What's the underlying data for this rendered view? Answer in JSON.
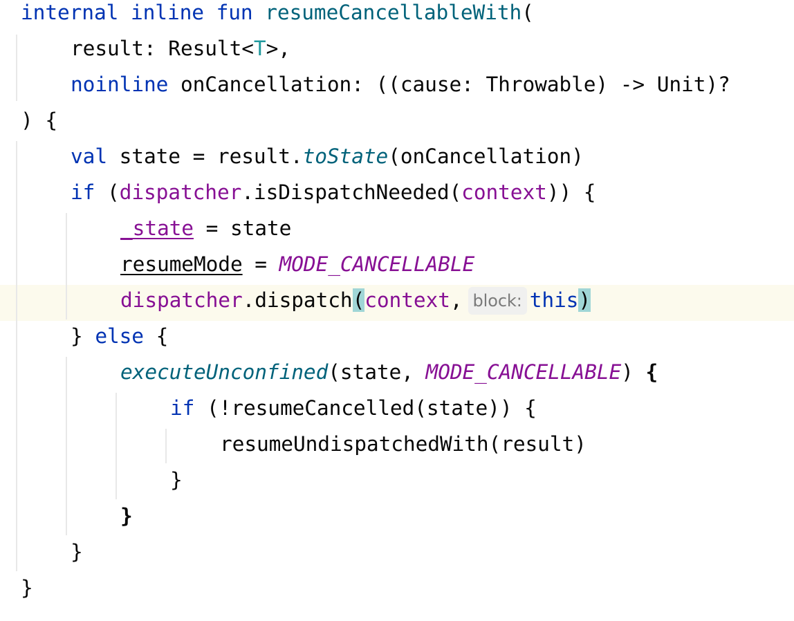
{
  "editor": {
    "language": "kotlin",
    "current_line_index": 8,
    "colors": {
      "keyword": "#0033b3",
      "function": "#00627a",
      "type_param": "#20999d",
      "property": "#871094",
      "text": "#080808",
      "current_line_bg": "#fcfaed",
      "brace_match_bg": "#a0d6d6",
      "hint_bg": "#f0f0ef",
      "hint_text": "#7a7a7a"
    },
    "lines": [
      {
        "indent": 0,
        "tokens": [
          {
            "t": "internal",
            "c": "kw"
          },
          {
            "t": " "
          },
          {
            "t": "inline",
            "c": "kw"
          },
          {
            "t": " "
          },
          {
            "t": "fun",
            "c": "kw"
          },
          {
            "t": " "
          },
          {
            "t": "resumeCancellableWith",
            "c": "fn"
          },
          {
            "t": "("
          }
        ]
      },
      {
        "indent": 1,
        "tokens": [
          {
            "t": "result: Result<"
          },
          {
            "t": "T",
            "c": "tp"
          },
          {
            "t": ">,"
          }
        ]
      },
      {
        "indent": 1,
        "tokens": [
          {
            "t": "noinline",
            "c": "kw"
          },
          {
            "t": " onCancellation: ((cause: Throwable) -> Unit)?"
          }
        ]
      },
      {
        "indent": 0,
        "tokens": [
          {
            "t": ") {"
          }
        ]
      },
      {
        "indent": 1,
        "tokens": [
          {
            "t": "val",
            "c": "kw"
          },
          {
            "t": " state = result."
          },
          {
            "t": "toState",
            "c": "fn-ext"
          },
          {
            "t": "(onCancellation)"
          }
        ]
      },
      {
        "indent": 1,
        "tokens": [
          {
            "t": "if",
            "c": "kw"
          },
          {
            "t": " ("
          },
          {
            "t": "dispatcher",
            "c": "prop"
          },
          {
            "t": ".isDispatchNeeded("
          },
          {
            "t": "context",
            "c": "prop"
          },
          {
            "t": ")) {"
          }
        ]
      },
      {
        "indent": 2,
        "tokens": [
          {
            "t": "_state",
            "c": "var-mut"
          },
          {
            "t": " = state"
          }
        ]
      },
      {
        "indent": 2,
        "tokens": [
          {
            "t": "resumeMode",
            "c": "var-mut-plain prop"
          },
          {
            "t": " = "
          },
          {
            "t": "MODE_CANCELLABLE",
            "c": "const"
          }
        ]
      },
      {
        "indent": 2,
        "tokens": [
          {
            "t": "dispatcher",
            "c": "prop"
          },
          {
            "t": ".dispatch"
          },
          {
            "t": "(",
            "c": "match"
          },
          {
            "t": "context",
            "c": "prop"
          },
          {
            "t": ","
          },
          {
            "hint": "block:"
          },
          {
            "t": "this",
            "c": "kw"
          },
          {
            "t": ")",
            "c": "match"
          }
        ]
      },
      {
        "indent": 1,
        "tokens": [
          {
            "t": "} "
          },
          {
            "t": "else",
            "c": "kw"
          },
          {
            "t": " {"
          }
        ]
      },
      {
        "indent": 2,
        "tokens": [
          {
            "t": "executeUnconfined",
            "c": "fn-ext"
          },
          {
            "t": "(state, "
          },
          {
            "t": "MODE_CANCELLABLE",
            "c": "const"
          },
          {
            "t": ") "
          },
          {
            "t": "{",
            "c": "bold"
          }
        ]
      },
      {
        "indent": 3,
        "tokens": [
          {
            "t": "if",
            "c": "kw"
          },
          {
            "t": " (!resumeCancelled(state)) {"
          }
        ]
      },
      {
        "indent": 4,
        "tokens": [
          {
            "t": "resumeUndispatchedWith(result)"
          }
        ]
      },
      {
        "indent": 3,
        "tokens": [
          {
            "t": "}"
          }
        ]
      },
      {
        "indent": 2,
        "tokens": [
          {
            "t": "}",
            "c": "bold"
          }
        ]
      },
      {
        "indent": 1,
        "tokens": [
          {
            "t": "}"
          }
        ]
      },
      {
        "indent": 0,
        "tokens": [
          {
            "t": "}"
          }
        ]
      }
    ]
  }
}
